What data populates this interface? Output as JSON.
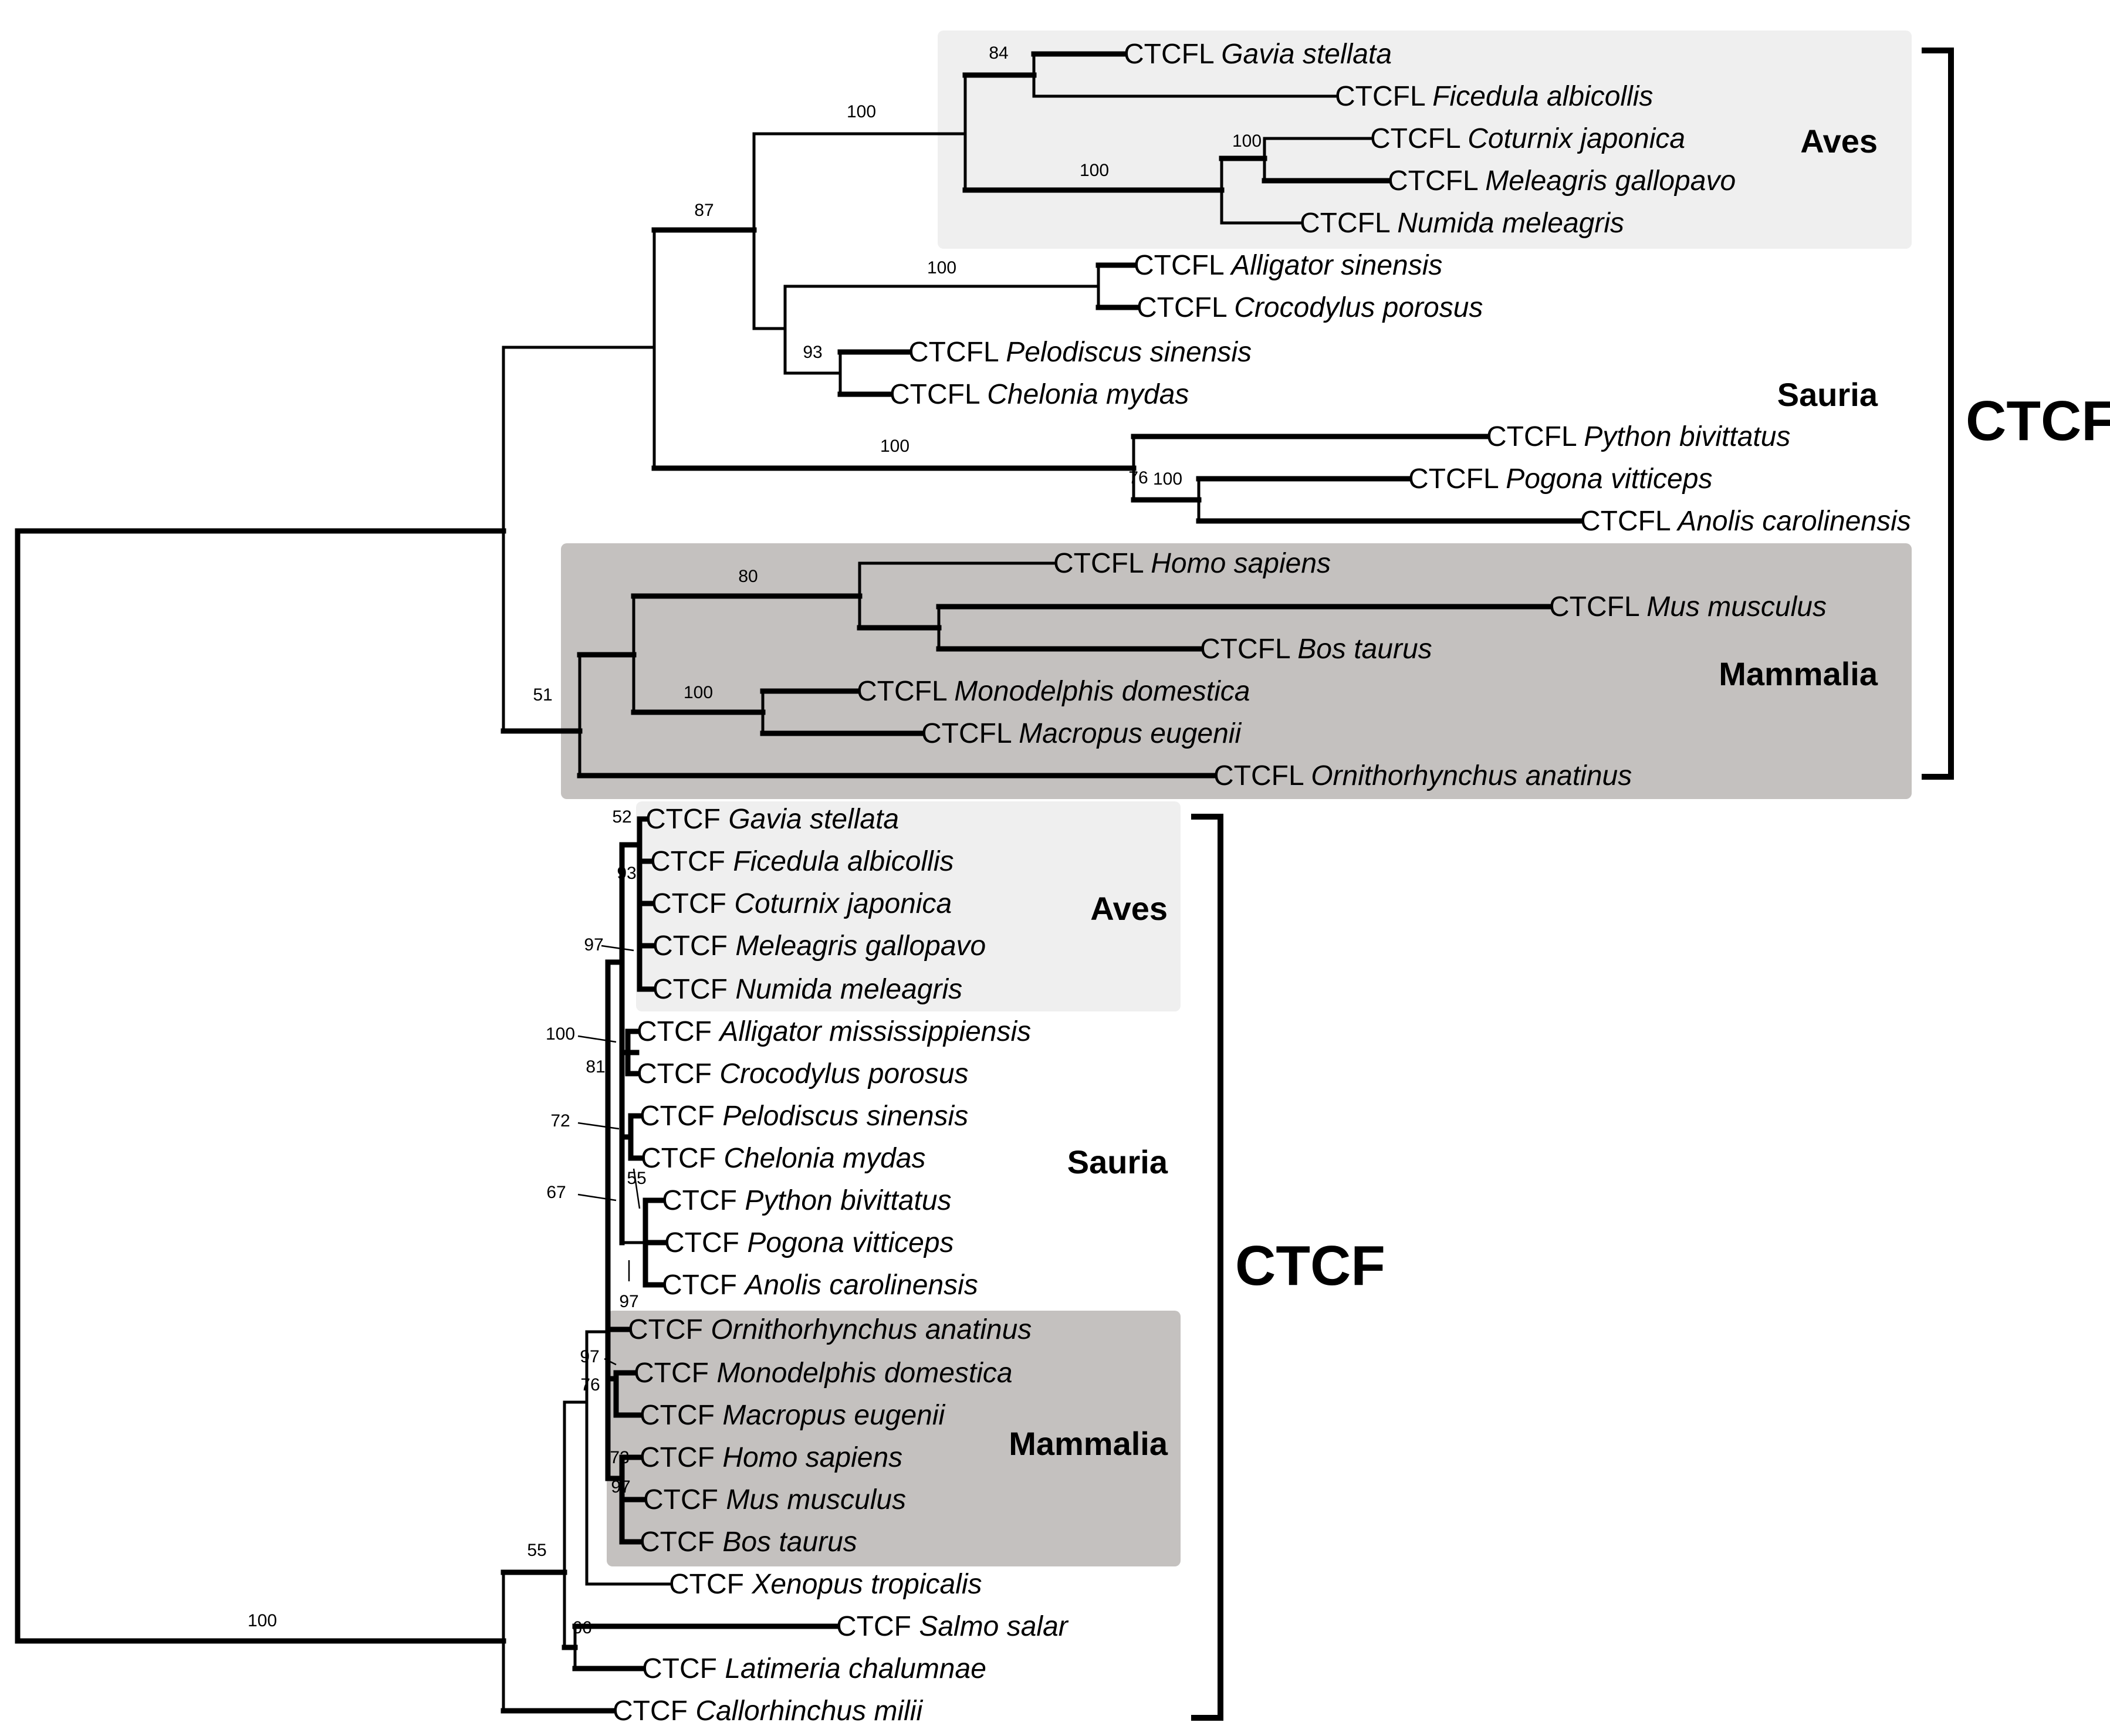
{
  "colors": {
    "light_box": "#efefef",
    "dark_box": "#c4c1bf",
    "line": "#000000"
  },
  "families": [
    {
      "id": "ctcfl",
      "label": "CTCFL"
    },
    {
      "id": "ctcf",
      "label": "CTCF"
    }
  ],
  "clades": {
    "ctcfl_aves": "Aves",
    "ctcfl_sauria": "Sauria",
    "ctcfl_mammalia": "Mammalia",
    "ctcf_aves": "Aves",
    "ctcf_sauria": "Sauria",
    "ctcf_mammalia": "Mammalia"
  },
  "leaves": [
    {
      "gene": "CTCFL",
      "species": "Gavia stellata"
    },
    {
      "gene": "CTCFL",
      "species": "Ficedula albicollis"
    },
    {
      "gene": "CTCFL",
      "species": "Coturnix japonica"
    },
    {
      "gene": "CTCFL",
      "species": "Meleagris gallopavo"
    },
    {
      "gene": "CTCFL",
      "species": "Numida meleagris"
    },
    {
      "gene": "CTCFL",
      "species": "Alligator sinensis"
    },
    {
      "gene": "CTCFL",
      "species": "Crocodylus porosus"
    },
    {
      "gene": "CTCFL",
      "species": "Pelodiscus sinensis"
    },
    {
      "gene": "CTCFL",
      "species": "Chelonia mydas"
    },
    {
      "gene": "CTCFL",
      "species": "Python bivittatus"
    },
    {
      "gene": "CTCFL",
      "species": "Pogona vitticeps"
    },
    {
      "gene": "CTCFL",
      "species": "Anolis carolinensis"
    },
    {
      "gene": "CTCFL",
      "species": "Homo sapiens"
    },
    {
      "gene": "CTCFL",
      "species": "Mus musculus"
    },
    {
      "gene": "CTCFL",
      "species": "Bos taurus"
    },
    {
      "gene": "CTCFL",
      "species": "Monodelphis domestica"
    },
    {
      "gene": "CTCFL",
      "species": "Macropus eugenii"
    },
    {
      "gene": "CTCFL",
      "species": "Ornithorhynchus anatinus"
    },
    {
      "gene": "CTCF",
      "species": "Gavia stellata"
    },
    {
      "gene": "CTCF",
      "species": "Ficedula albicollis"
    },
    {
      "gene": "CTCF",
      "species": "Coturnix japonica"
    },
    {
      "gene": "CTCF",
      "species": "Meleagris gallopavo"
    },
    {
      "gene": "CTCF",
      "species": "Numida meleagris"
    },
    {
      "gene": "CTCF",
      "species": "Alligator mississippiensis"
    },
    {
      "gene": "CTCF",
      "species": "Crocodylus porosus"
    },
    {
      "gene": "CTCF",
      "species": "Pelodiscus sinensis"
    },
    {
      "gene": "CTCF",
      "species": "Chelonia mydas"
    },
    {
      "gene": "CTCF",
      "species": "Python bivittatus"
    },
    {
      "gene": "CTCF",
      "species": "Pogona vitticeps"
    },
    {
      "gene": "CTCF",
      "species": "Anolis carolinensis"
    },
    {
      "gene": "CTCF",
      "species": "Ornithorhynchus anatinus"
    },
    {
      "gene": "CTCF",
      "species": "Monodelphis domestica"
    },
    {
      "gene": "CTCF",
      "species": "Macropus eugenii"
    },
    {
      "gene": "CTCF",
      "species": "Homo sapiens"
    },
    {
      "gene": "CTCF",
      "species": "Mus musculus"
    },
    {
      "gene": "CTCF",
      "species": "Bos taurus"
    },
    {
      "gene": "CTCF",
      "species": "Xenopus tropicalis"
    },
    {
      "gene": "CTCF",
      "species": "Salmo salar"
    },
    {
      "gene": "CTCF",
      "species": "Latimeria chalumnae"
    },
    {
      "gene": "CTCF",
      "species": "Callorhinchus milii"
    }
  ],
  "support_values": [
    "84",
    "100",
    "100",
    "100",
    "87",
    "100",
    "93",
    "100",
    "100",
    "76",
    "80",
    "100",
    "51",
    "52",
    "93",
    "97",
    "100",
    "81",
    "72",
    "55",
    "67",
    "97",
    "97",
    "76",
    "73",
    "97",
    "55",
    "66",
    "100"
  ]
}
